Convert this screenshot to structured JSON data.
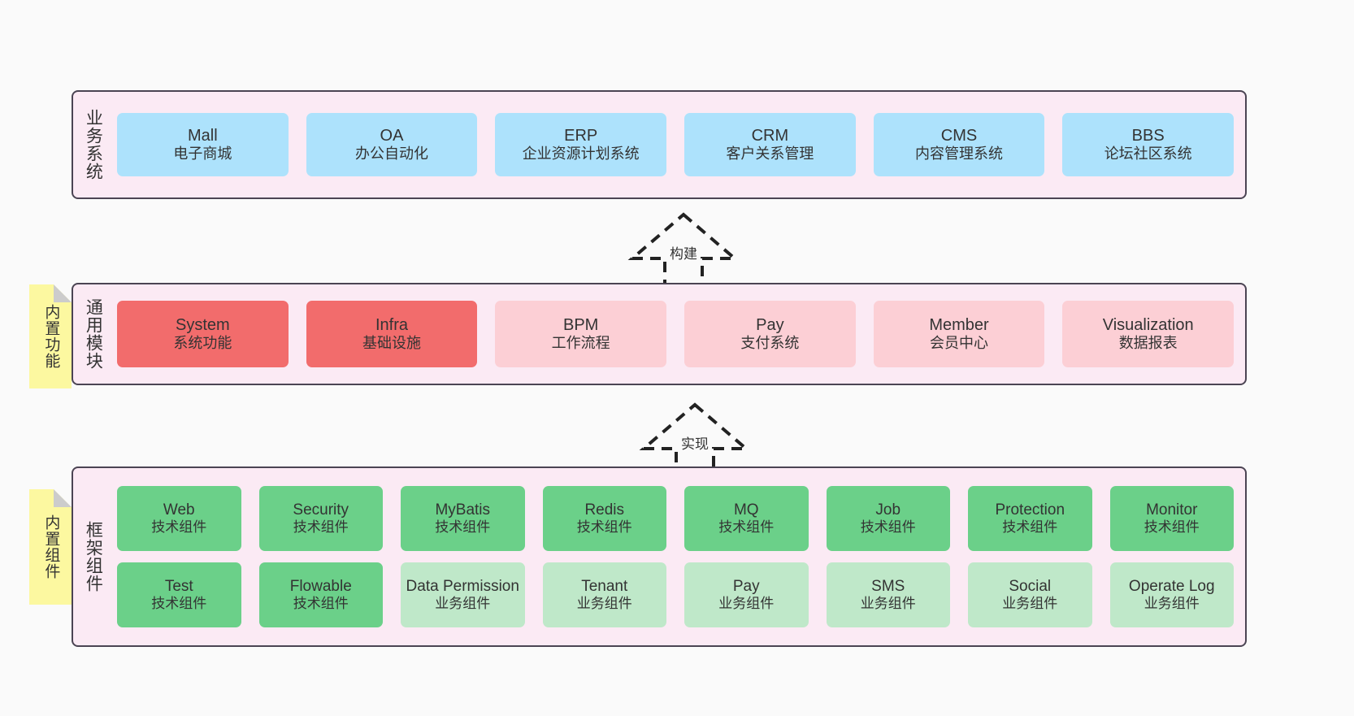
{
  "meta": {
    "background": "#fafafa",
    "panel_fill": "#fbeaf4",
    "panel_border": "#4b4453",
    "note_fill": "#fcf8a0",
    "note_fold": "#cccccc",
    "business_card": "#ade2fc",
    "module_card_strong": "#f26c6c",
    "module_card_soft": "#fccfd5",
    "framework_card_tech": "#6bd089",
    "framework_card_biz": "#bfe8c9"
  },
  "layers": {
    "business": {
      "title": "业务系统",
      "cards": [
        {
          "en": "Mall",
          "cn": "电子商城"
        },
        {
          "en": "OA",
          "cn": "办公自动化"
        },
        {
          "en": "ERP",
          "cn": "企业资源计划系统"
        },
        {
          "en": "CRM",
          "cn": "客户关系管理"
        },
        {
          "en": "CMS",
          "cn": "内容管理系统"
        },
        {
          "en": "BBS",
          "cn": "论坛社区系统"
        }
      ]
    },
    "module": {
      "title": "通用模块",
      "note": "内置功能",
      "cards": [
        {
          "en": "System",
          "cn": "系统功能",
          "style": "strong"
        },
        {
          "en": "Infra",
          "cn": "基础设施",
          "style": "strong"
        },
        {
          "en": "BPM",
          "cn": "工作流程",
          "style": "soft"
        },
        {
          "en": "Pay",
          "cn": "支付系统",
          "style": "soft"
        },
        {
          "en": "Member",
          "cn": "会员中心",
          "style": "soft"
        },
        {
          "en": "Visualization",
          "cn": "数据报表",
          "style": "soft"
        }
      ]
    },
    "framework": {
      "title": "框架组件",
      "note": "内置组件",
      "row1": [
        {
          "en": "Web",
          "cn": "技术组件",
          "style": "tech"
        },
        {
          "en": "Security",
          "cn": "技术组件",
          "style": "tech"
        },
        {
          "en": "MyBatis",
          "cn": "技术组件",
          "style": "tech"
        },
        {
          "en": "Redis",
          "cn": "技术组件",
          "style": "tech"
        },
        {
          "en": "MQ",
          "cn": "技术组件",
          "style": "tech"
        },
        {
          "en": "Job",
          "cn": "技术组件",
          "style": "tech"
        },
        {
          "en": "Protection",
          "cn": "技术组件",
          "style": "tech"
        },
        {
          "en": "Monitor",
          "cn": "技术组件",
          "style": "tech"
        }
      ],
      "row2": [
        {
          "en": "Test",
          "cn": "技术组件",
          "style": "tech"
        },
        {
          "en": "Flowable",
          "cn": "技术组件",
          "style": "tech"
        },
        {
          "en": "Data Permission",
          "cn": "业务组件",
          "style": "biz"
        },
        {
          "en": "Tenant",
          "cn": "业务组件",
          "style": "biz"
        },
        {
          "en": "Pay",
          "cn": "业务组件",
          "style": "biz"
        },
        {
          "en": "SMS",
          "cn": "业务组件",
          "style": "biz"
        },
        {
          "en": "Social",
          "cn": "业务组件",
          "style": "biz"
        },
        {
          "en": "Operate Log",
          "cn": "业务组件",
          "style": "biz"
        }
      ]
    }
  },
  "relations": [
    {
      "id": "build",
      "label": "构建"
    },
    {
      "id": "impl",
      "label": "实现"
    }
  ]
}
